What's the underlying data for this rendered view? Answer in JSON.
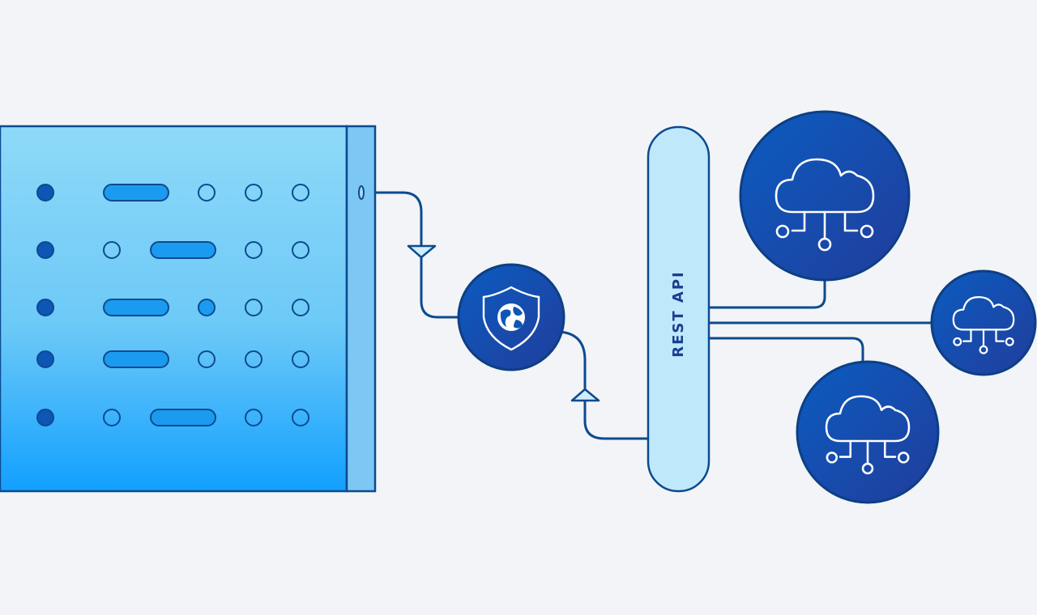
{
  "diagram": {
    "api_gateway": {
      "label": "REST API"
    },
    "server": {
      "rows": [
        [
          "dot",
          "pill",
          "ring",
          "ring",
          "ring"
        ],
        [
          "dot",
          "ring",
          "pill",
          "ring",
          "ring"
        ],
        [
          "dot",
          "pill",
          "fill",
          "ring",
          "ring"
        ],
        [
          "dot",
          "pill",
          "ring",
          "ring",
          "ring"
        ],
        [
          "dot",
          "ring",
          "pill",
          "ring",
          "ring"
        ]
      ]
    },
    "security_node": {
      "icon": "shield-globe-icon"
    },
    "cloud_nodes": [
      {
        "name": "cloud-large-top",
        "icon": "cloud-network-icon"
      },
      {
        "name": "cloud-small-right",
        "icon": "cloud-network-icon"
      },
      {
        "name": "cloud-medium-bottom",
        "icon": "cloud-network-icon"
      }
    ]
  },
  "colors": {
    "background": "#f2f4f7",
    "stroke": "#0d4a8f",
    "server_top": "#8ed9f8",
    "server_bottom": "#12a0ff",
    "pill": "#1b9bef",
    "node_fill": "#0d56b6",
    "node_fill_dark": "#1f3ea0",
    "api_fill": "#bfe9fb"
  }
}
